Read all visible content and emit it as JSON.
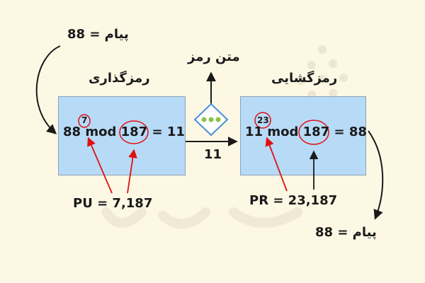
{
  "left": {
    "message": "پیام = 88",
    "title": "رمزگذاری",
    "base": "88",
    "exponent": "7",
    "mod_word": "mod",
    "modulus": "187",
    "result": "= 11",
    "key": "PU = 7,187"
  },
  "middle": {
    "ciphertext_label": "متن رمز",
    "transfer_value": "11"
  },
  "right": {
    "title": "رمزگشایی",
    "base": "11",
    "exponent": "23",
    "mod_word": "mod",
    "modulus": "187",
    "result": "= 88",
    "key": "PR = 23,187",
    "message": "پیام = 88"
  },
  "colors": {
    "box_fill": "#b7daf7",
    "highlight_red": "#e01010",
    "arrow_black": "#1a1a1a",
    "dot_green": "#8bc34a",
    "diamond_blue": "#4a8fd8"
  }
}
